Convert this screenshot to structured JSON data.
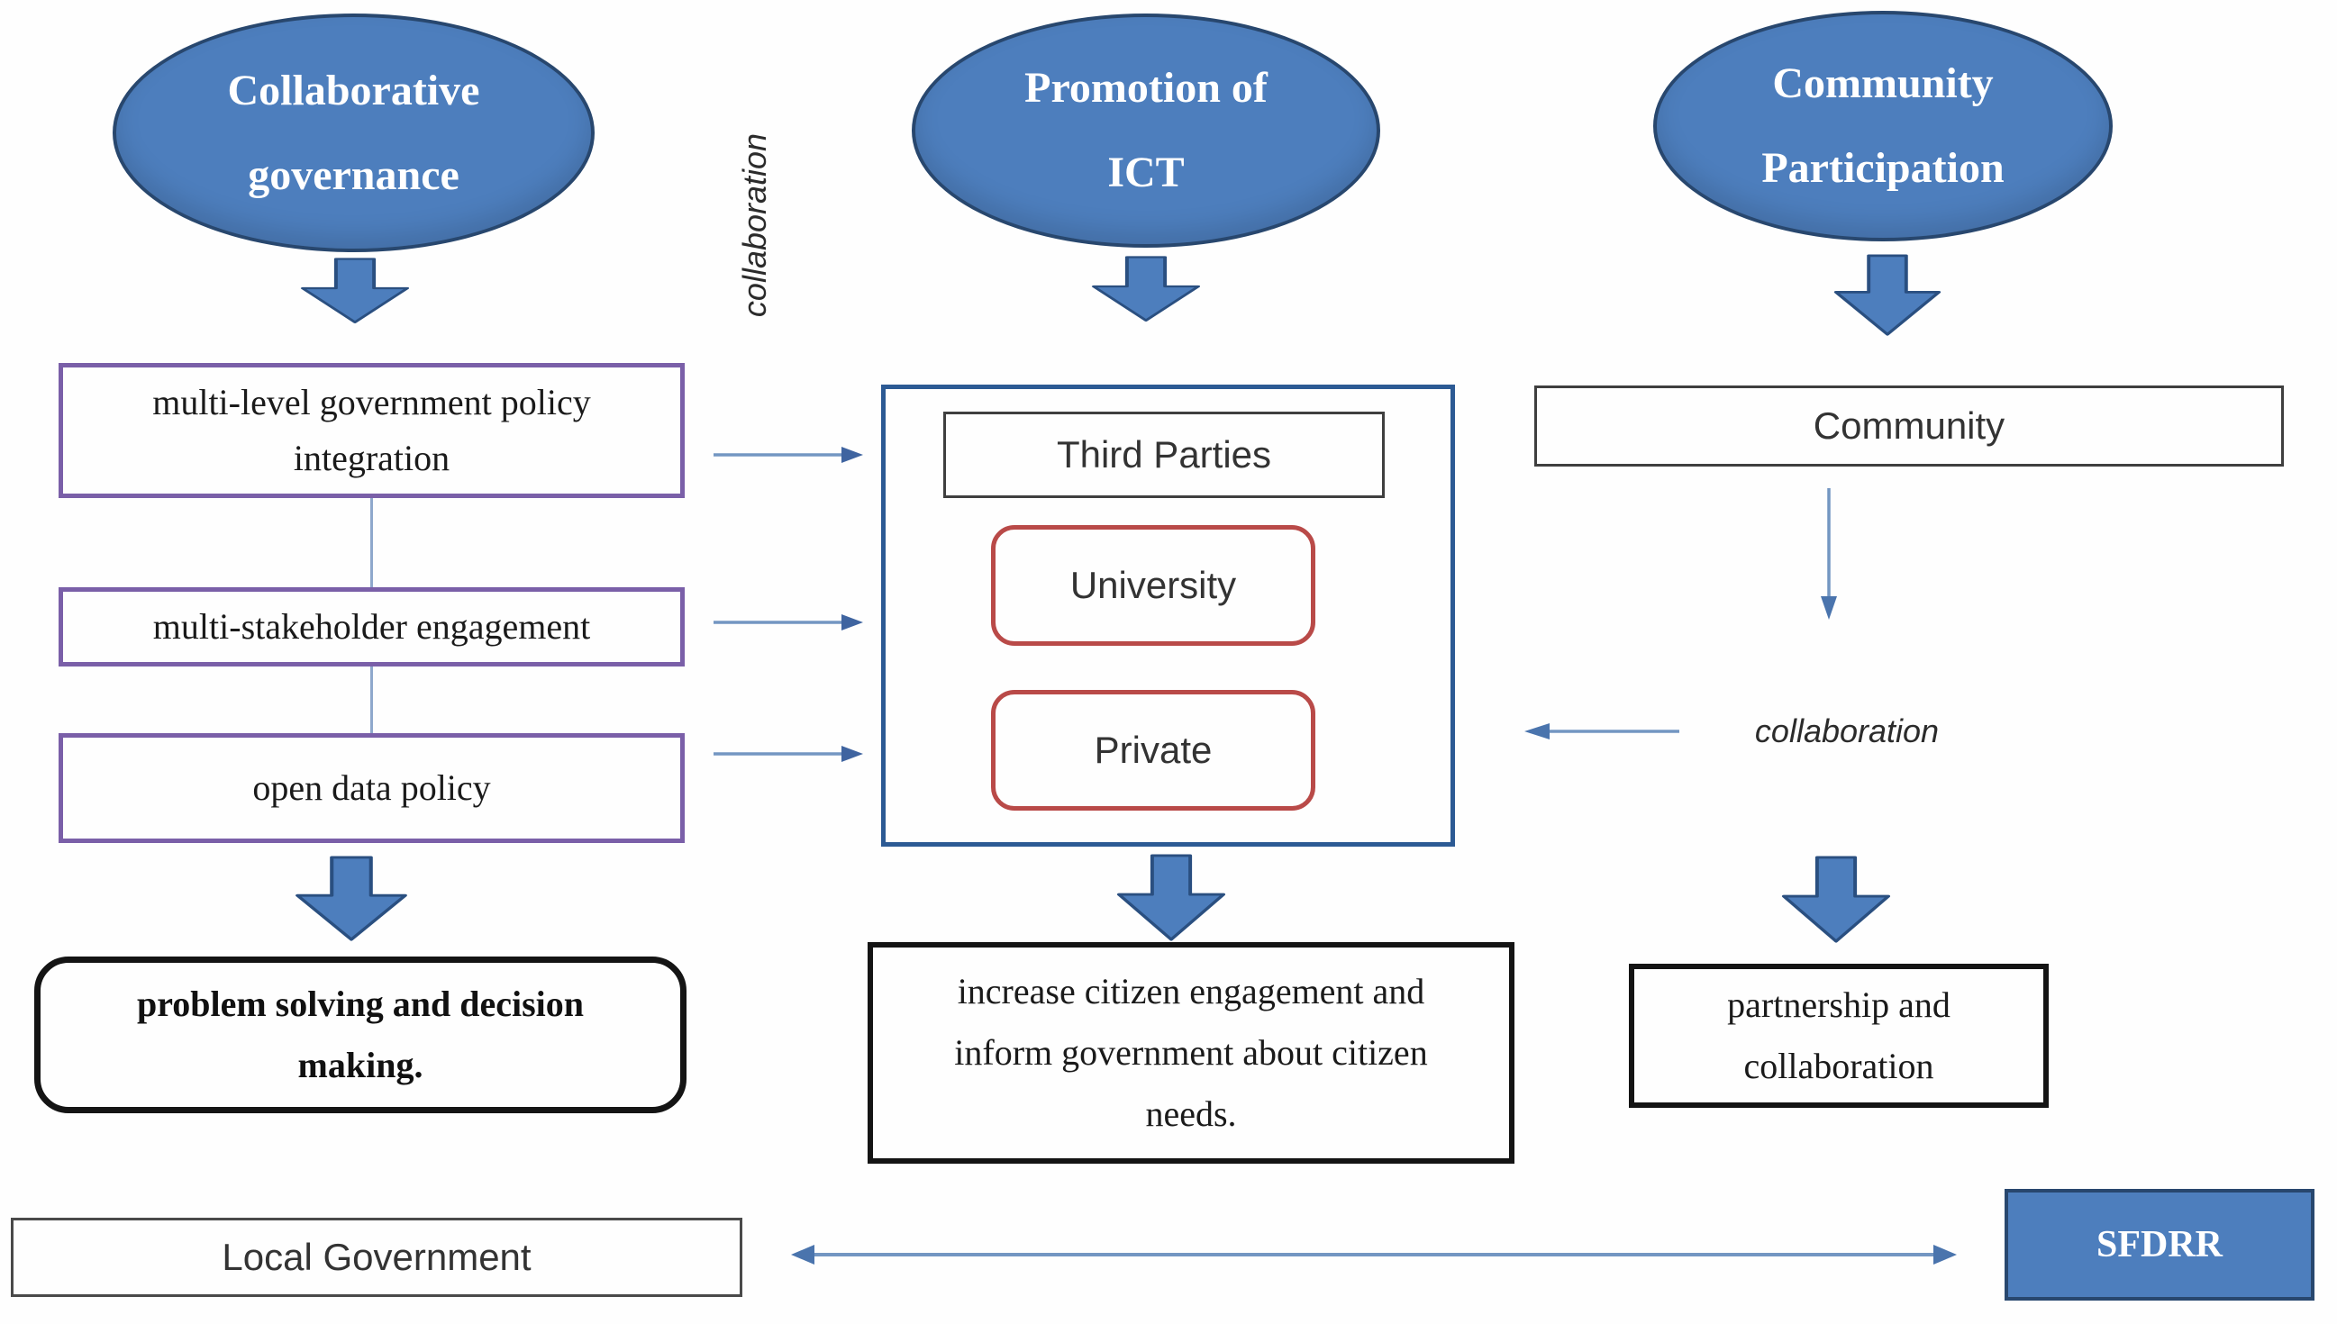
{
  "diagram": {
    "left": {
      "ellipse_line1": "Collaborative",
      "ellipse_line2": "governance",
      "box1_line1": "multi-level government policy",
      "box1_line2": "integration",
      "box2": "multi-stakeholder engagement",
      "box3": "open data policy",
      "outcome_line1": "problem solving and decision",
      "outcome_line2": "making."
    },
    "middle": {
      "ellipse_line1": "Promotion of",
      "ellipse_line2": "ICT",
      "third_parties": "Third Parties",
      "university": "University",
      "private": "Private",
      "outcome_line1": "increase citizen engagement and",
      "outcome_line2": "inform government about citizen",
      "outcome_line3": "needs."
    },
    "right": {
      "ellipse_line1": "Community",
      "ellipse_line2": "Participation",
      "community": "Community",
      "collaboration": "collaboration",
      "outcome_line1": "partnership and",
      "outcome_line2": "collaboration"
    },
    "side_label": "collaboration",
    "bottom": {
      "local_government": "Local Government",
      "sfdrr": "SFDRR"
    },
    "colors": {
      "ellipse_fill": "#4d7ebd",
      "ellipse_border": "#28476e",
      "block_arrow_fill": "#4d7ebd",
      "block_arrow_border": "#2a4f80",
      "purple_border": "#7a5fa8",
      "red_border": "#b94a48",
      "container_border": "#2c5a94",
      "thin_arrow_line": "#7396c2",
      "thin_arrow_head": "#3f64a0",
      "black_border": "#141414"
    }
  }
}
